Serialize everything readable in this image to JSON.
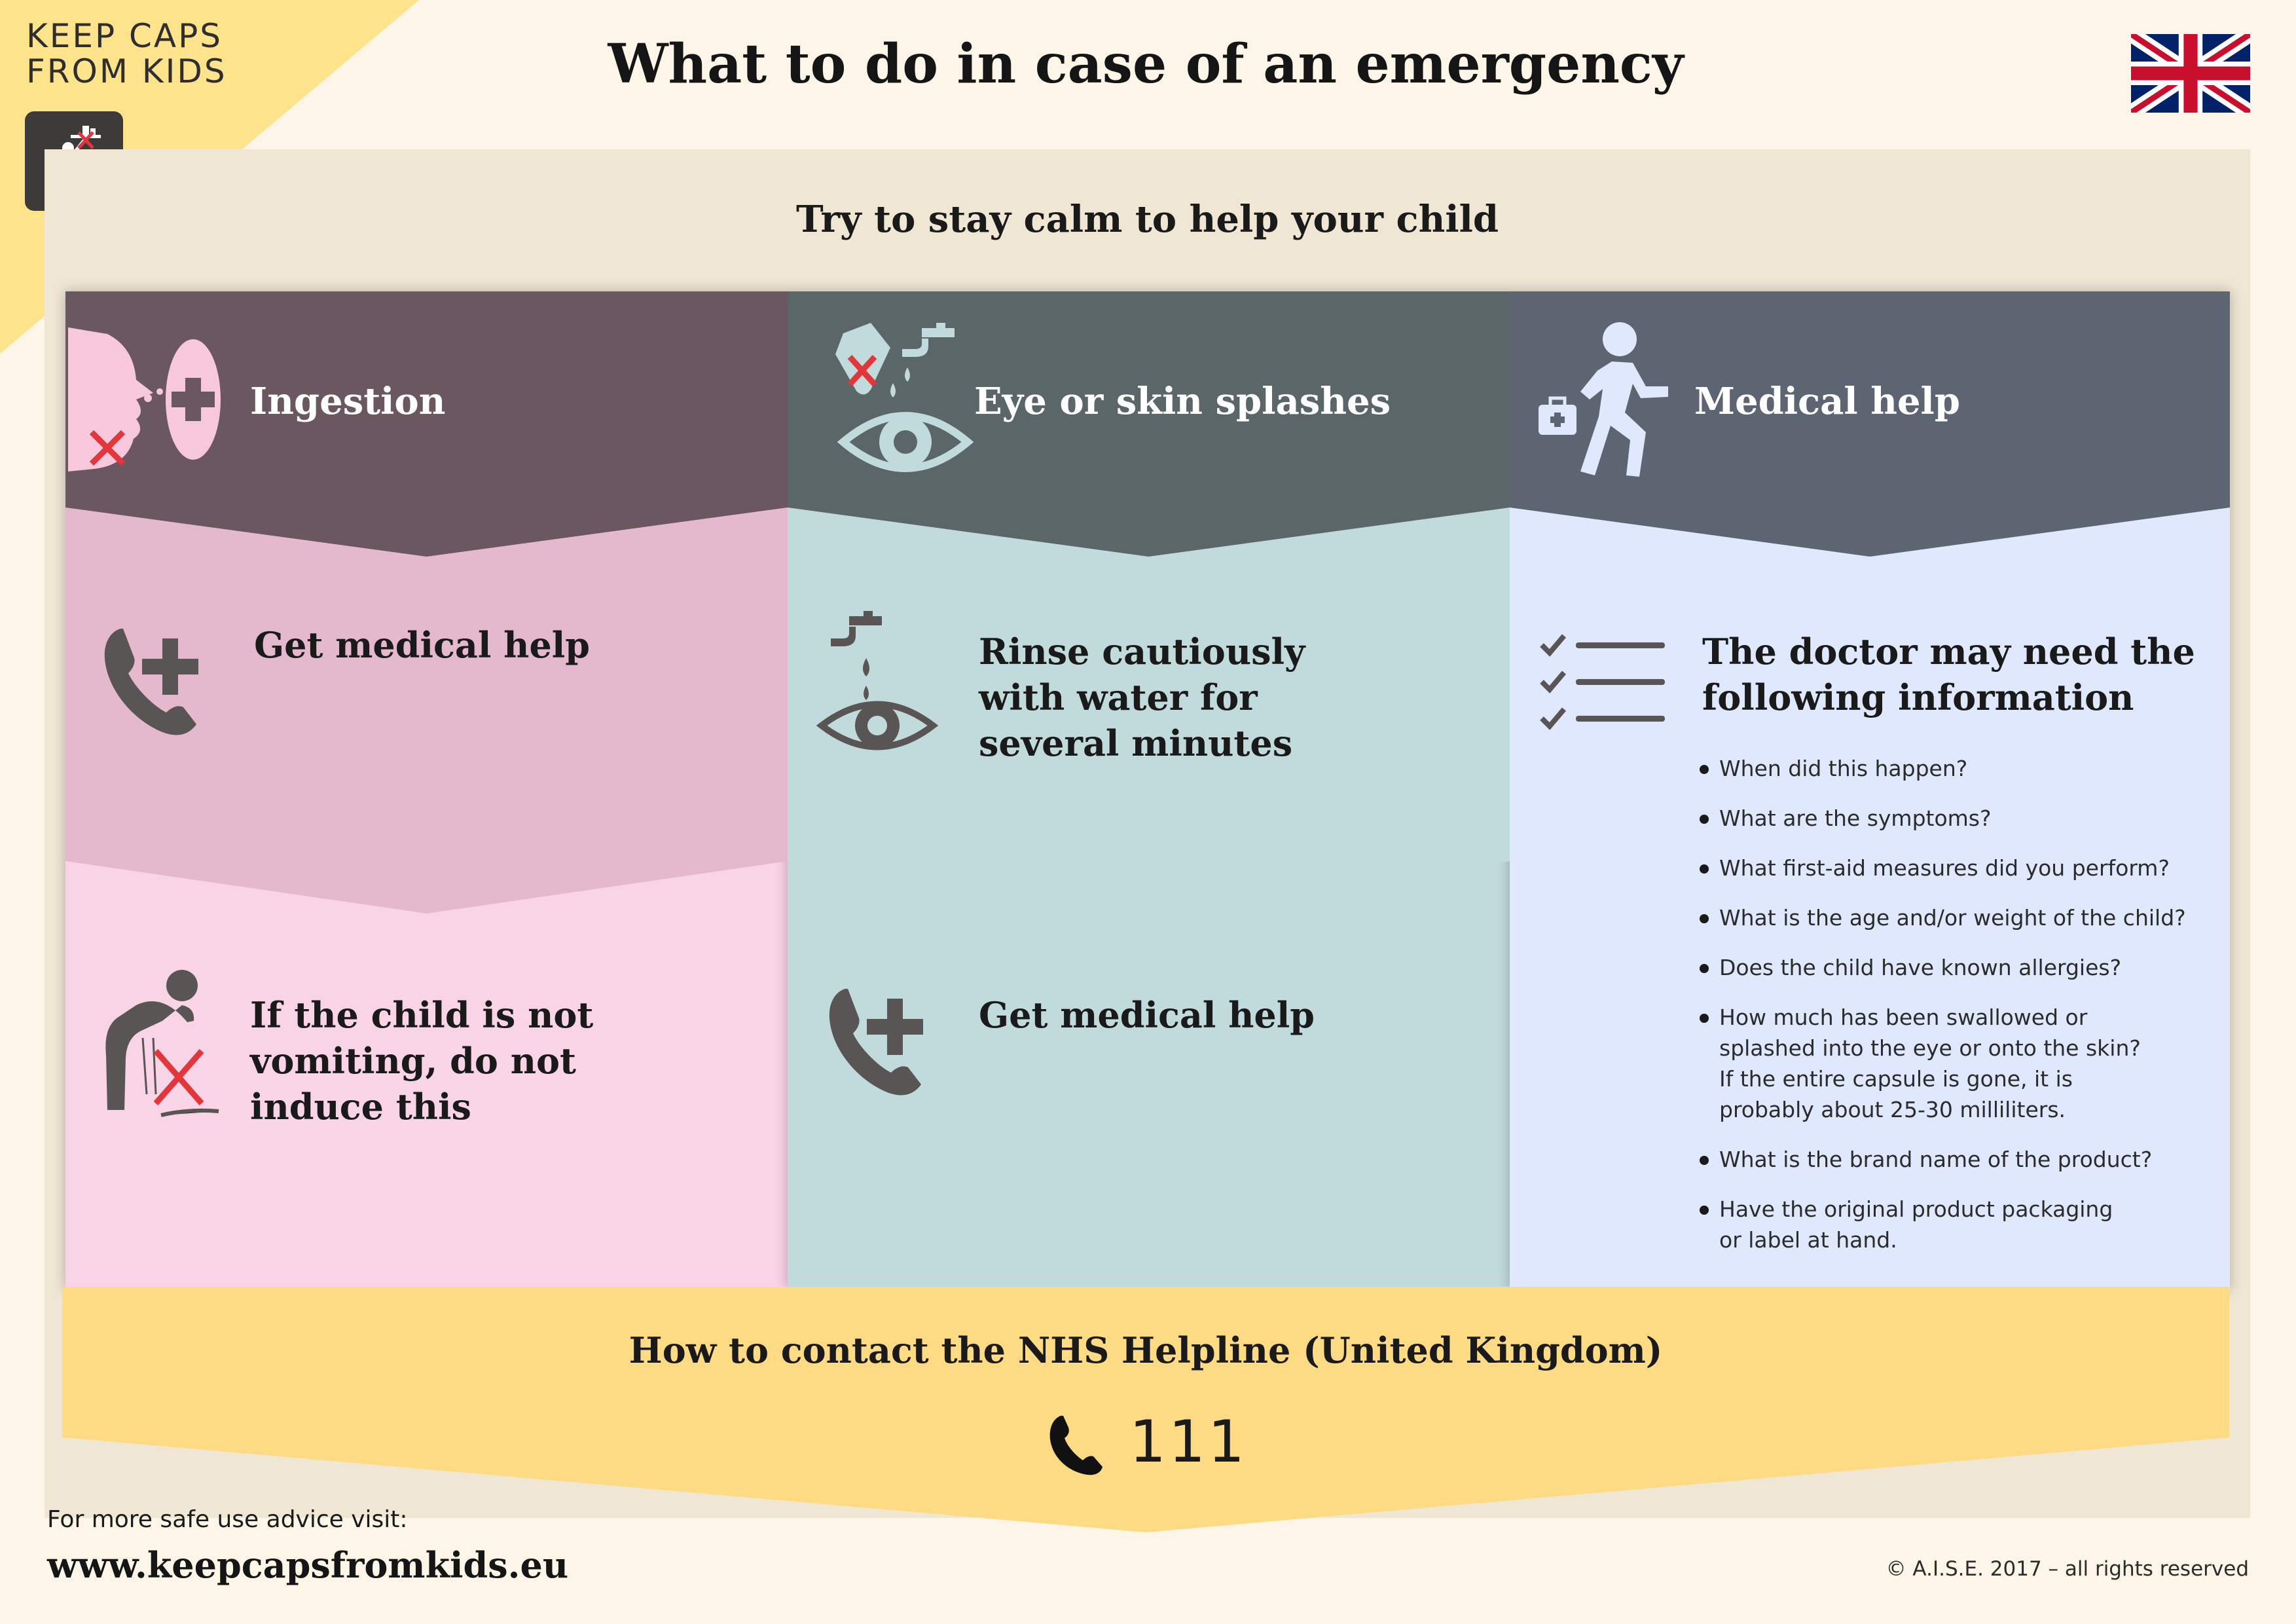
{
  "brand": {
    "line1": "KEEP CAPS",
    "line2": "FROM KIDS"
  },
  "title": "What to do in case of an emergency",
  "subtitle": "Try to stay calm to help your child",
  "columns": [
    {
      "header": "Ingestion",
      "step1": "Get medical help",
      "step2_lines": [
        "If the child is not",
        "vomiting, do not",
        "induce this"
      ]
    },
    {
      "header": "Eye or skin splashes",
      "step1_lines": [
        "Rinse cautiously",
        "with water for",
        "several minutes"
      ],
      "step2": "Get medical help"
    },
    {
      "header": "Medical help",
      "info_lines": [
        "The doctor may need the",
        "following information"
      ],
      "questions": [
        [
          "When did this happen?"
        ],
        [
          "What are the symptoms?"
        ],
        [
          "What first-aid measures did you perform?"
        ],
        [
          "What is the age and/or weight of the child?"
        ],
        [
          "Does the child have known allergies?"
        ],
        [
          "How much has been swallowed or",
          "splashed into the eye or onto the skin?",
          "If the entire capsule is gone, it is",
          "probably about 25-30 milliliters."
        ],
        [
          "What is the brand name of the product?"
        ],
        [
          "Have the original product packaging",
          "or label at hand."
        ]
      ]
    }
  ],
  "helpline": {
    "title": "How to contact the NHS Helpline (United Kingdom)",
    "number": "111"
  },
  "footer": {
    "lead": "For more safe use advice visit:",
    "url": "www.keepcapsfromkids.eu",
    "copyright": "© A.I.S.E. 2017 – all rights reserved"
  },
  "colors": {
    "background": "#fdf6e8",
    "corner": "#fde38b",
    "ingestion_header": "#6b575f",
    "ingestion_mid": "#e4b8cd",
    "ingestion_low": "#f8d4e6",
    "splash_header": "#5a6667",
    "splash_body": "#c1dadb",
    "medical_header": "#5d6472",
    "medical_body": "#dfe8fd",
    "helpline_band": "#fddb84",
    "icon_gray": "#5a5555"
  },
  "icons": [
    "keep-caps-logo",
    "uk-flag-icon",
    "mouth-cross-icon",
    "pill-icon",
    "tap-eye-icon",
    "runner-medkit-icon",
    "phone-plus-icon",
    "tap-water-eye-icon",
    "checklist-icon",
    "vomit-cross-icon",
    "phone-icon"
  ]
}
